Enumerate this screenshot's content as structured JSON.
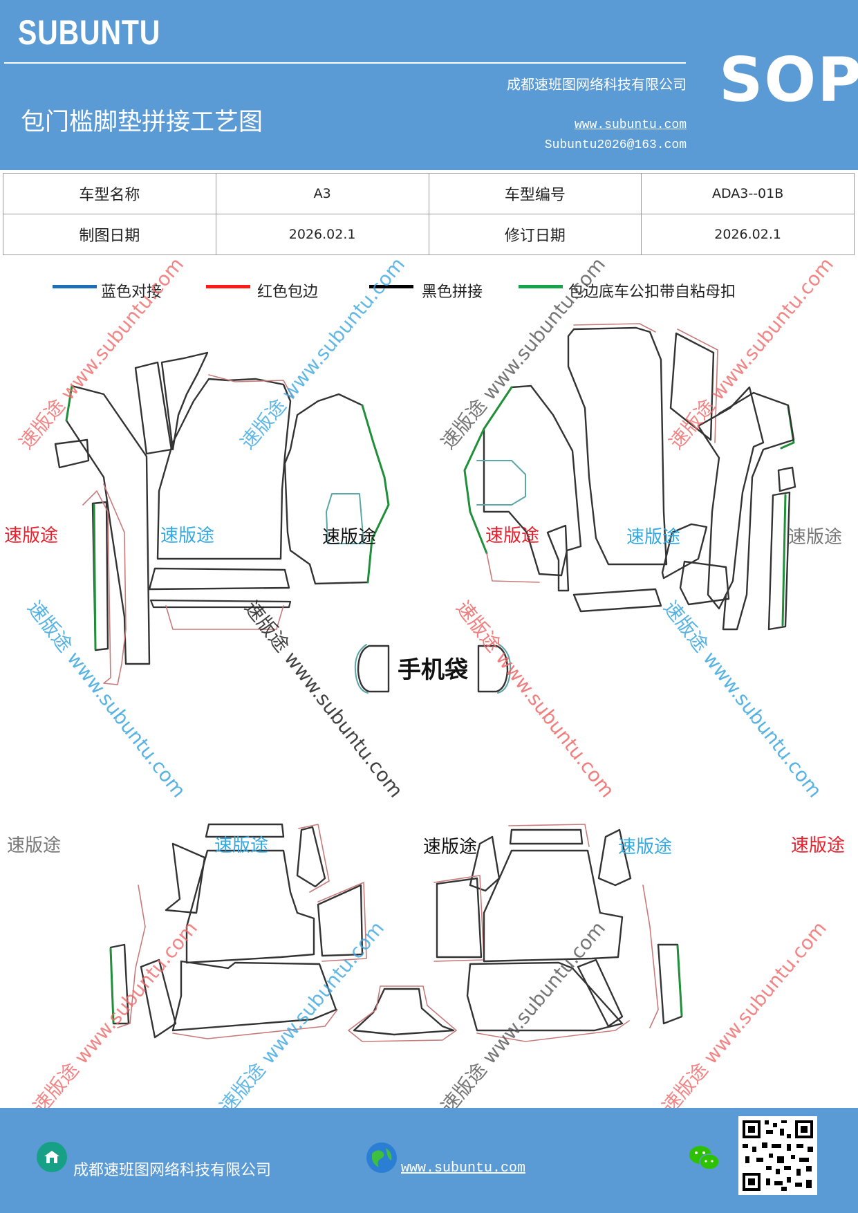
{
  "header": {
    "brand": "SUBUNTU",
    "company": "成都速班图网络科技有限公司",
    "title": "包门槛脚垫拼接工艺图",
    "website": "www.subuntu.com",
    "email": "Subuntu2026@163.com",
    "badge": "SOP"
  },
  "info_table": {
    "model_name_label": "车型名称",
    "model_name_value": "A3",
    "model_code_label": "车型编号",
    "model_code_value": "ADA3--01B",
    "draw_date_label": "制图日期",
    "draw_date_value": "2026.02.1",
    "revise_date_label": "修订日期",
    "revise_date_value": "2026.02.1"
  },
  "legend": [
    {
      "label": "蓝色对接",
      "color": "#1f6fb8"
    },
    {
      "label": "红色包边",
      "color": "#ff1a1a"
    },
    {
      "label": "黑色拼接",
      "color": "#000000"
    },
    {
      "label": "包边底车公扣带自粘母扣",
      "color": "#16a34a"
    }
  ],
  "drawing": {
    "phone_bag_label": "手机袋"
  },
  "watermarks": {
    "brand_cn": "速版途",
    "site": "www.subuntu.com"
  },
  "footer": {
    "company": "成都速班图网络科技有限公司",
    "website": "www.subuntu.com"
  },
  "colors": {
    "header_bg": "#5b9bd5",
    "outline_black": "#333333",
    "outline_red": "#c87a7a",
    "outline_green": "#1f8f3a",
    "outline_teal": "#5aa6a8"
  }
}
